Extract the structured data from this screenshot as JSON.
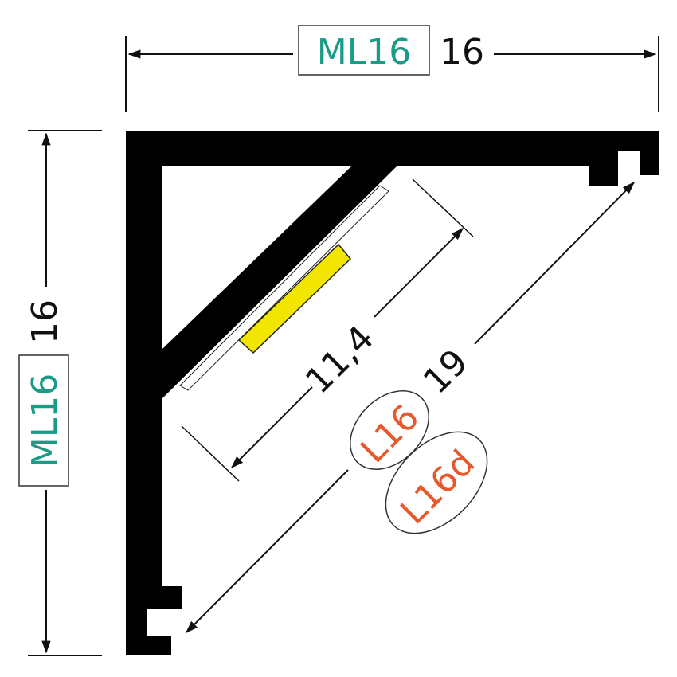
{
  "top_dimension": {
    "tag": "ML16",
    "value": "16"
  },
  "left_dimension": {
    "tag": "ML16",
    "value": "16"
  },
  "led_strip_width": "11,4",
  "diagonal_width": "19",
  "compatible_covers": [
    "L16",
    "L16d"
  ],
  "colors": {
    "profile": "#000000",
    "led_chip": "#f2e600",
    "tag_text": "#1a9b86",
    "cover_text": "#e8582b",
    "dimension_line": "#111111"
  }
}
